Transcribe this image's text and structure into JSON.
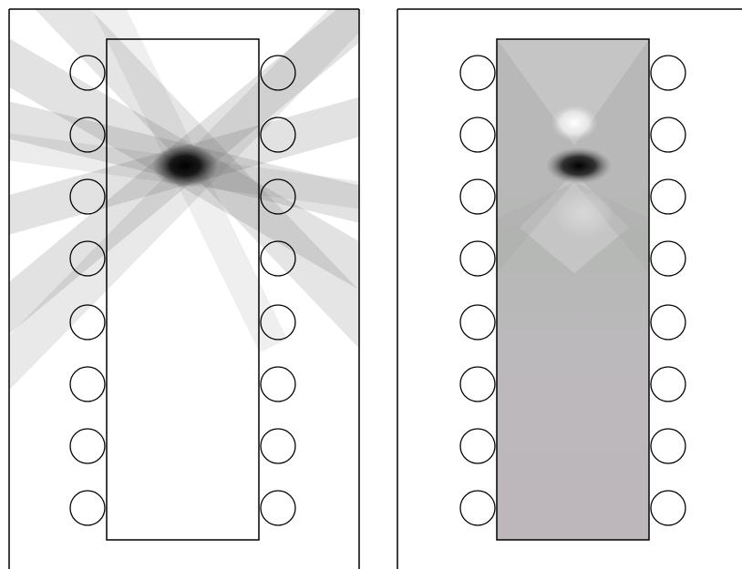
{
  "panels": [
    {
      "id": "left",
      "description_name": "backprojection-sensor-array",
      "sensors_per_side": 8
    },
    {
      "id": "right",
      "description_name": "reconstructed-sensor-array",
      "sensors_per_side": 8
    }
  ],
  "colors": {
    "outline": "#000000",
    "background": "#ffffff",
    "beam_gray": "#606060",
    "hotspot": "#000000",
    "right_fill_top": "#b9b9b9",
    "right_fill_bottom": "#bdb6bb"
  }
}
